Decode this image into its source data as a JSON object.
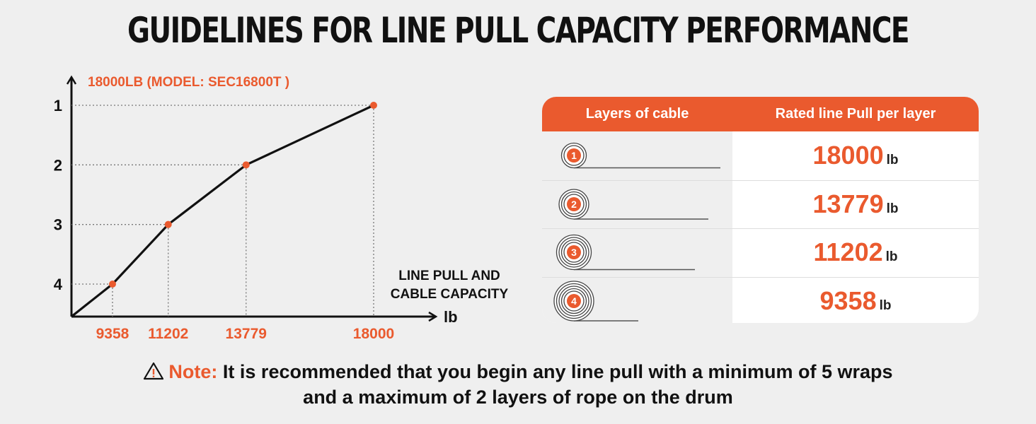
{
  "title": "GUIDELINES FOR LINE PULL CAPACITY PERFORMANCE",
  "colors": {
    "accent": "#ea5a2e",
    "line": "#111111",
    "background": "#efefef"
  },
  "chart_data": {
    "type": "line",
    "title": "18000LB (MODEL: SEC16800T )",
    "xlabel": "LINE PULL AND CABLE CAPACITY",
    "x_unit": "lb",
    "ylabel": "",
    "x_ticks": [
      "9358",
      "11202",
      "13779",
      "18000"
    ],
    "y_ticks": [
      "1",
      "2",
      "3",
      "4"
    ],
    "points": [
      {
        "x": 9358,
        "y": 4
      },
      {
        "x": 11202,
        "y": 3
      },
      {
        "x": 13779,
        "y": 2
      },
      {
        "x": 18000,
        "y": 1
      }
    ],
    "grid": "dotted guide lines to points",
    "legend": "none"
  },
  "table": {
    "headers": [
      "Layers of cable",
      "Rated line Pull per layer"
    ],
    "rows": [
      {
        "layer": "1",
        "value": "18000",
        "unit": "lb",
        "icon": "cable-drum-1-layer-icon"
      },
      {
        "layer": "2",
        "value": "13779",
        "unit": "lb",
        "icon": "cable-drum-2-layer-icon"
      },
      {
        "layer": "3",
        "value": "11202",
        "unit": "lb",
        "icon": "cable-drum-3-layer-icon"
      },
      {
        "layer": "4",
        "value": "9358",
        "unit": "lb",
        "icon": "cable-drum-4-layer-icon"
      }
    ]
  },
  "note": {
    "icon": "warning-triangle-icon",
    "label": "Note:",
    "line1": "It is recommended that you begin any line pull with a minimum of 5 wraps",
    "line2": "and a maximum of 2 layers of rope on the drum"
  }
}
